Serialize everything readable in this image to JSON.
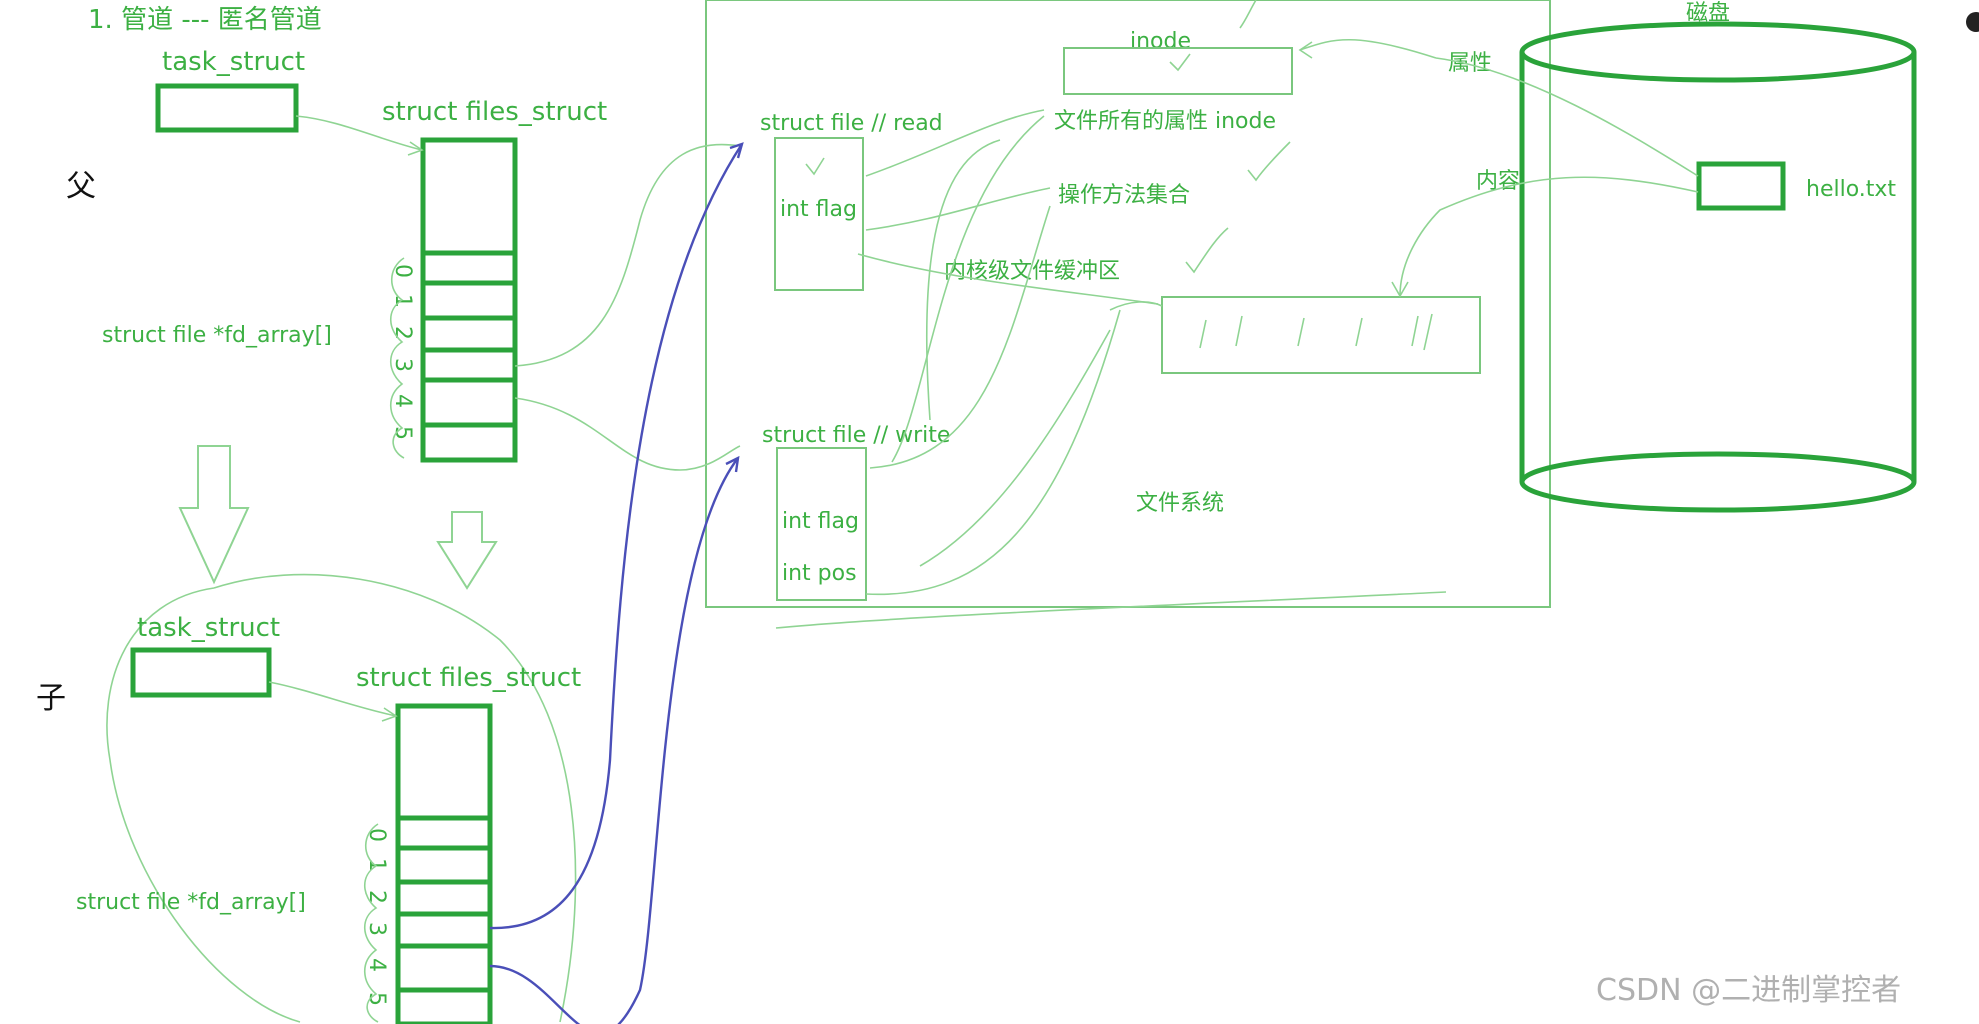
{
  "title": "1. 管道 --- 匿名管道",
  "parent": {
    "side_label": "父",
    "task_struct": "task_struct",
    "files_struct": "struct  files_struct",
    "fd_array": "struct file *fd_array[]",
    "fd_indices": [
      "0",
      "1",
      "2",
      "3",
      "4",
      "5"
    ]
  },
  "child": {
    "side_label": "子",
    "task_struct": "task_struct",
    "files_struct": "struct  files_struct",
    "fd_array": "struct file *fd_array[]",
    "fd_indices": [
      "0",
      "1",
      "2",
      "3",
      "4",
      "5"
    ]
  },
  "filesystem": {
    "label": "文件系统",
    "inode": "inode",
    "file_read": "struct file // read",
    "file_write": "struct file // write",
    "read_fields": [
      "int flag"
    ],
    "write_fields": [
      "int flag",
      "int pos"
    ],
    "attrs_inode": "文件所有的属性 inode",
    "ops": "操作方法集合",
    "kernel_buffer": "内核级文件缓冲区"
  },
  "disk": {
    "label": "磁盘",
    "attr": "属性",
    "content": "内容",
    "file": "hello.txt"
  },
  "watermark": "CSDN @二进制掌控者",
  "colors": {
    "green": "#2aa33a",
    "light_green": "#8fd493",
    "blue": "#4a4fb8"
  }
}
